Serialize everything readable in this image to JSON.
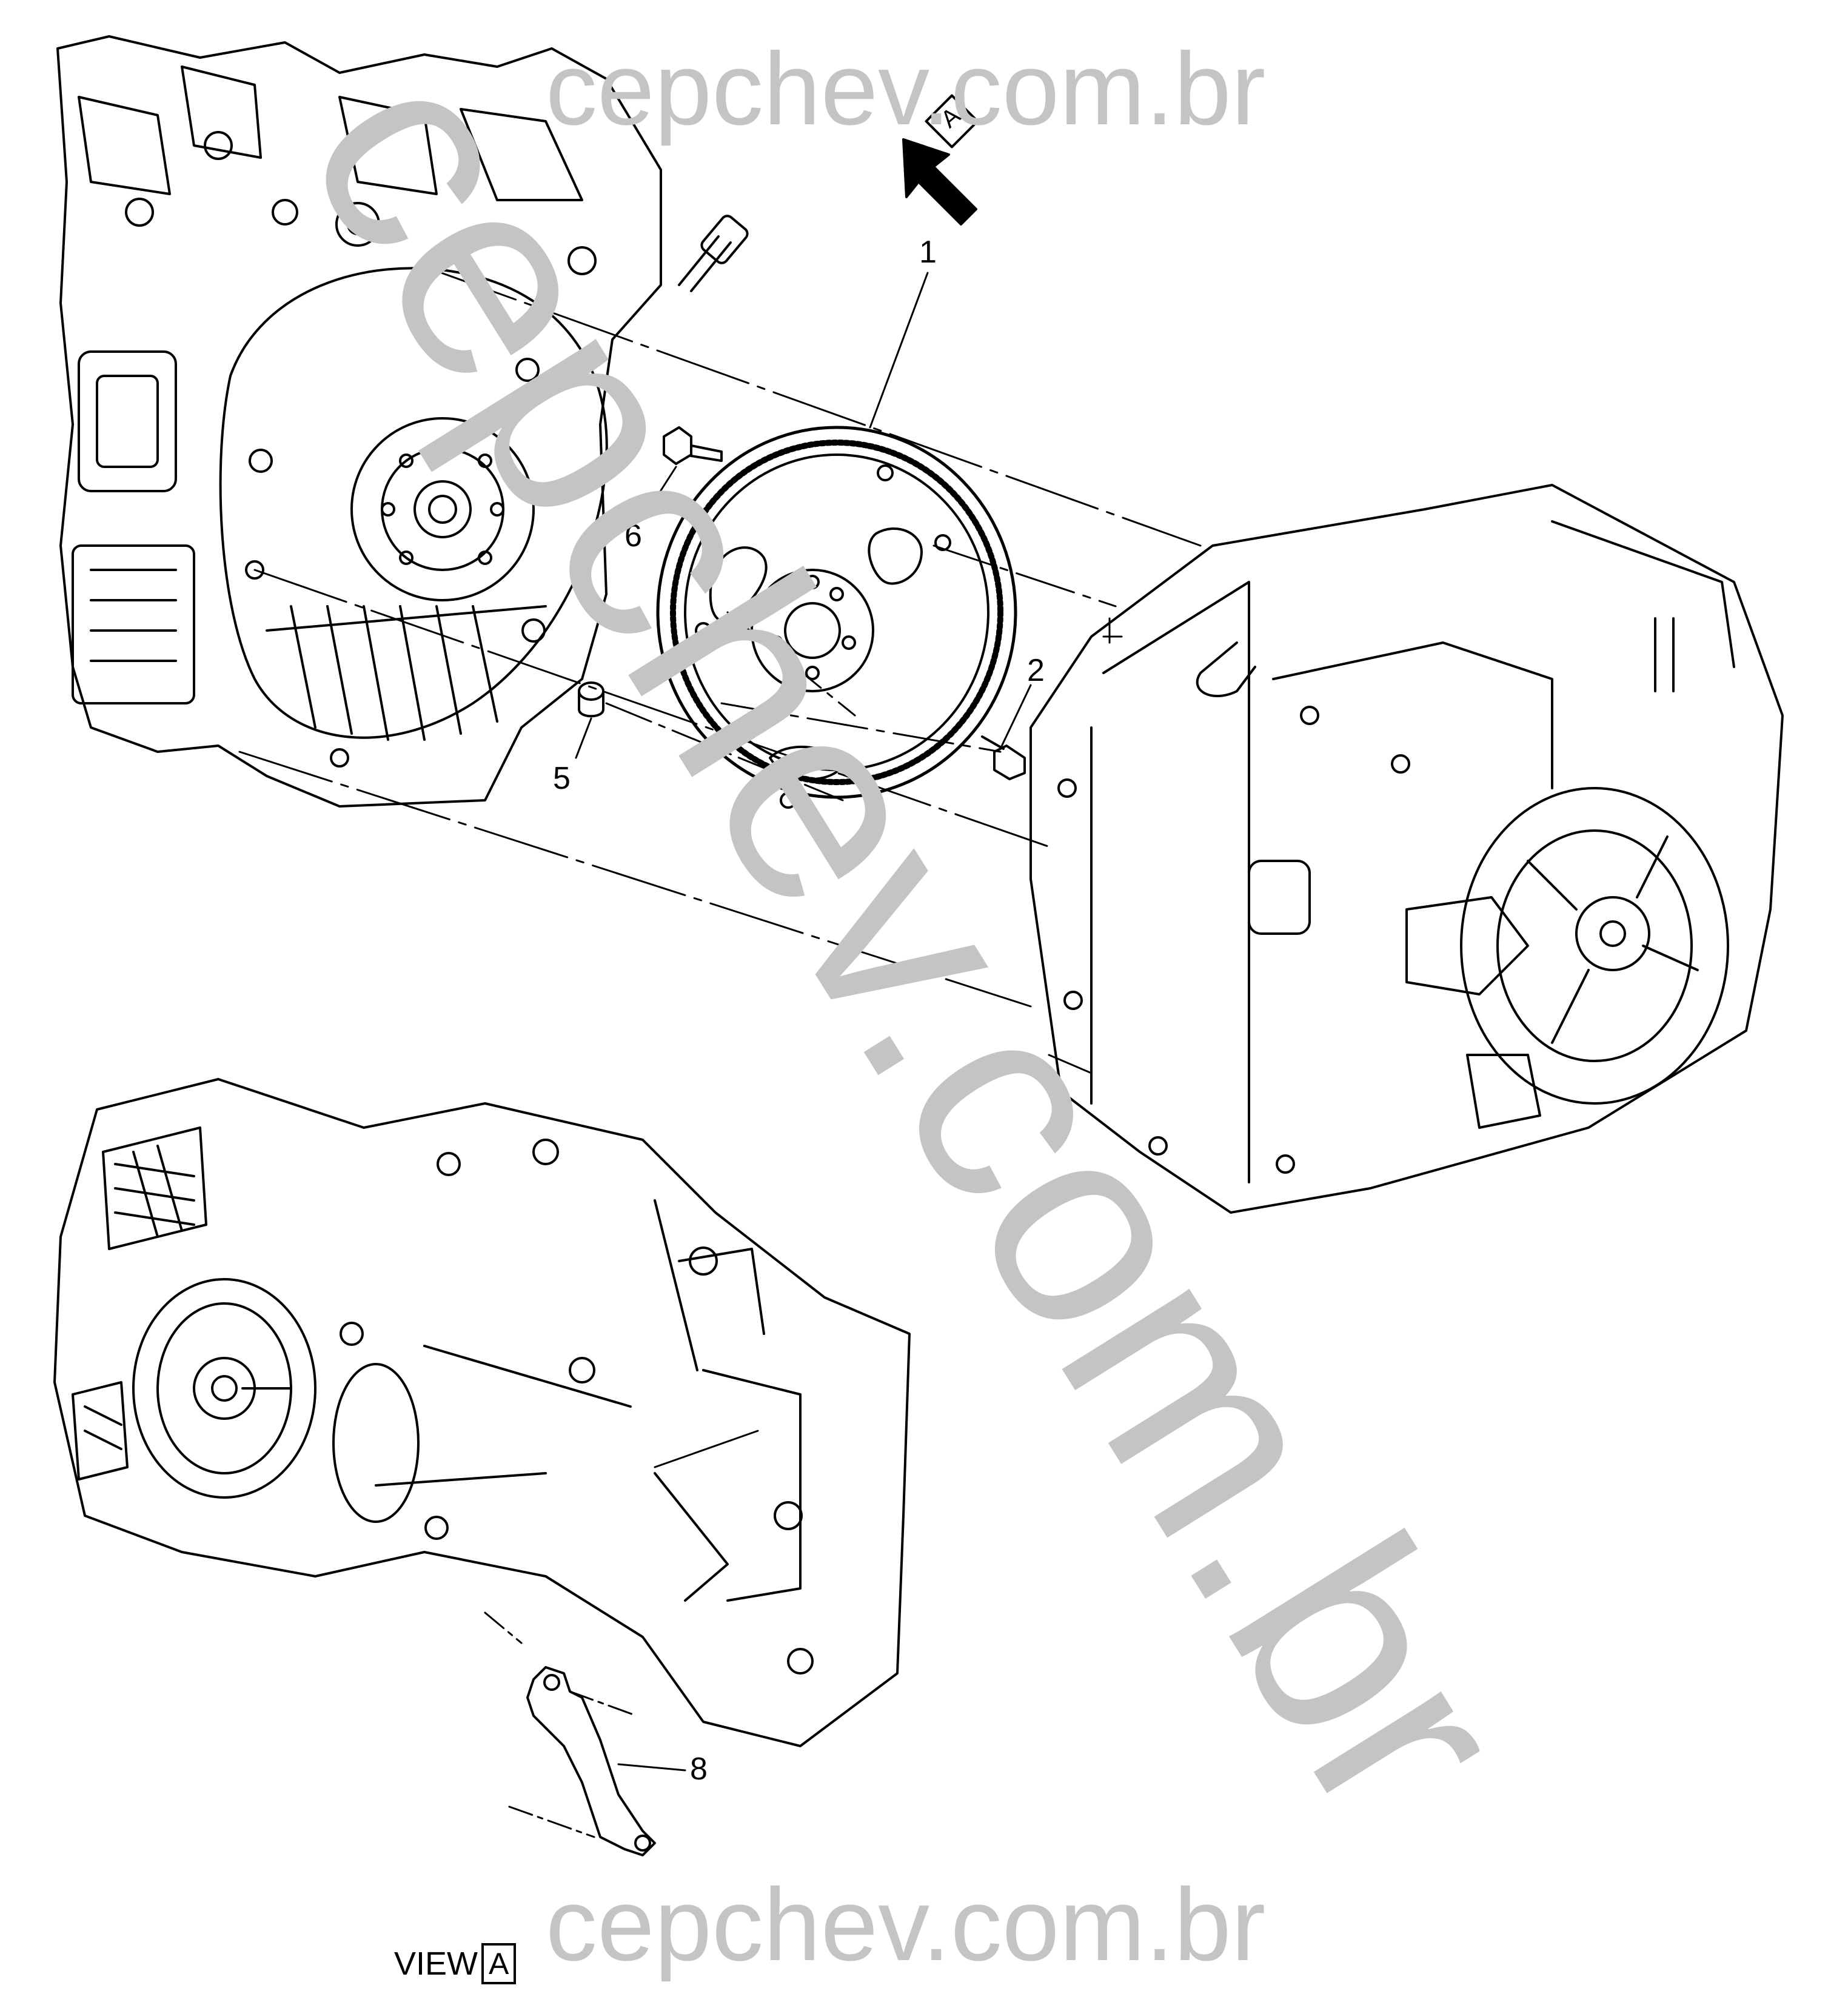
{
  "watermark": {
    "top": "cepchev.com.br",
    "diagonal": "cepchev.com.br",
    "bottom": "cepchev.com.br"
  },
  "view_indicator": {
    "letter": "A"
  },
  "callouts": [
    {
      "id": "1",
      "label": "1"
    },
    {
      "id": "2",
      "label": "2"
    },
    {
      "id": "5",
      "label": "5"
    },
    {
      "id": "6",
      "label": "6"
    },
    {
      "id": "8",
      "label": "8"
    }
  ],
  "view_label": {
    "text": "VIEW",
    "letter": "A"
  }
}
